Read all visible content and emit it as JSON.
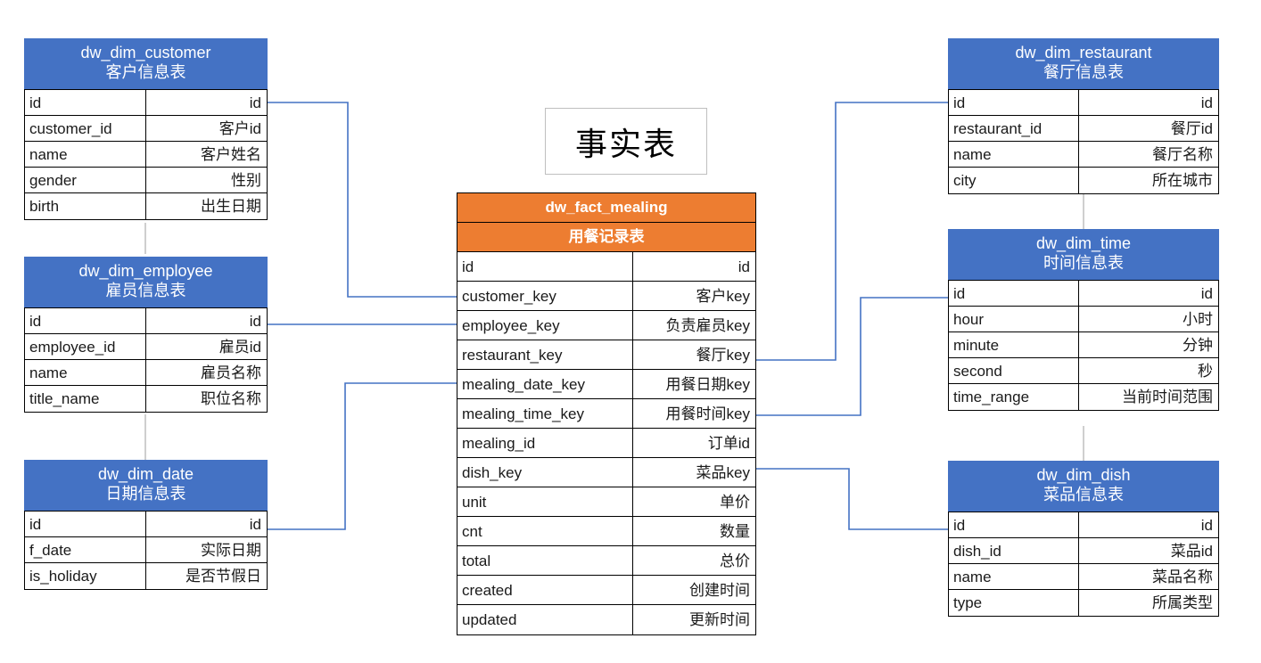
{
  "diagram": {
    "title_box": {
      "label": "事实表"
    },
    "colors": {
      "dim_header": "#4472C4",
      "fact_header": "#ED7D31",
      "link": "#4472C4",
      "guide": "#bfbfbf",
      "border": "#000000"
    }
  },
  "tables": {
    "customer": {
      "name": "dw_dim_customer",
      "cn_name": "客户信息表",
      "kind": "dimension",
      "rows": [
        {
          "field": "id",
          "desc": "id"
        },
        {
          "field": "customer_id",
          "desc": "客户id"
        },
        {
          "field": "name",
          "desc": "客户姓名"
        },
        {
          "field": "gender",
          "desc": "性别"
        },
        {
          "field": "birth",
          "desc": "出生日期"
        }
      ]
    },
    "employee": {
      "name": "dw_dim_employee",
      "cn_name": "雇员信息表",
      "kind": "dimension",
      "rows": [
        {
          "field": "id",
          "desc": "id"
        },
        {
          "field": "employee_id",
          "desc": "雇员id"
        },
        {
          "field": "name",
          "desc": "雇员名称"
        },
        {
          "field": "title_name",
          "desc": "职位名称"
        }
      ]
    },
    "date": {
      "name": "dw_dim_date",
      "cn_name": "日期信息表",
      "kind": "dimension",
      "rows": [
        {
          "field": "id",
          "desc": "id"
        },
        {
          "field": "f_date",
          "desc": "实际日期"
        },
        {
          "field": "is_holiday",
          "desc": "是否节假日"
        }
      ]
    },
    "fact": {
      "name": "dw_fact_mealing",
      "cn_name": "用餐记录表",
      "kind": "fact",
      "rows": [
        {
          "field": "id",
          "desc": "id"
        },
        {
          "field": "customer_key",
          "desc": "客户key"
        },
        {
          "field": "employee_key",
          "desc": "负责雇员key"
        },
        {
          "field": "restaurant_key",
          "desc": "餐厅key"
        },
        {
          "field": "mealing_date_key",
          "desc": "用餐日期key"
        },
        {
          "field": "mealing_time_key",
          "desc": "用餐时间key"
        },
        {
          "field": "mealing_id",
          "desc": "订单id"
        },
        {
          "field": "dish_key",
          "desc": "菜品key"
        },
        {
          "field": "unit",
          "desc": "单价"
        },
        {
          "field": "cnt",
          "desc": "数量"
        },
        {
          "field": "total",
          "desc": "总价"
        },
        {
          "field": "created",
          "desc": "创建时间"
        },
        {
          "field": "updated",
          "desc": "更新时间"
        }
      ]
    },
    "restaurant": {
      "name": "dw_dim_restaurant",
      "cn_name": "餐厅信息表",
      "kind": "dimension",
      "rows": [
        {
          "field": "id",
          "desc": "id"
        },
        {
          "field": "restaurant_id",
          "desc": "餐厅id"
        },
        {
          "field": "name",
          "desc": "餐厅名称"
        },
        {
          "field": "city",
          "desc": "所在城市"
        }
      ]
    },
    "time": {
      "name": "dw_dim_time",
      "cn_name": "时间信息表",
      "kind": "dimension",
      "rows": [
        {
          "field": "id",
          "desc": "id"
        },
        {
          "field": "hour",
          "desc": "小时"
        },
        {
          "field": "minute",
          "desc": "分钟"
        },
        {
          "field": "second",
          "desc": "秒"
        },
        {
          "field": "time_range",
          "desc": "当前时间范围"
        }
      ]
    },
    "dish": {
      "name": "dw_dim_dish",
      "cn_name": "菜品信息表",
      "kind": "dimension",
      "rows": [
        {
          "field": "id",
          "desc": "id"
        },
        {
          "field": "dish_id",
          "desc": "菜品id"
        },
        {
          "field": "name",
          "desc": "菜品名称"
        },
        {
          "field": "type",
          "desc": "所属类型"
        }
      ]
    }
  },
  "relationships": [
    {
      "from": "customer.id",
      "to": "fact.customer_key"
    },
    {
      "from": "employee.id",
      "to": "fact.employee_key"
    },
    {
      "from": "date.id",
      "to": "fact.mealing_date_key"
    },
    {
      "from": "restaurant.id",
      "to": "fact.restaurant_key"
    },
    {
      "from": "time.id",
      "to": "fact.mealing_time_key"
    },
    {
      "from": "dish.id",
      "to": "fact.dish_key"
    }
  ]
}
